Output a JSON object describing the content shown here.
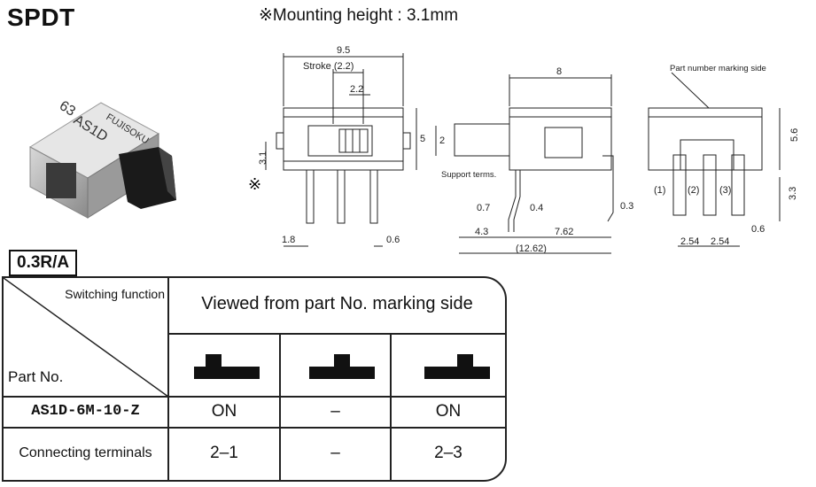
{
  "title": "SPDT",
  "mounting_height": "※Mounting height : 3.1mm",
  "drawing": {
    "dim_9_5": "9.5",
    "stroke": "Stroke (2.2)",
    "dim_2_2": "2.2",
    "dim_5": "5",
    "dim_2": "2",
    "dim_3_1": "3.1",
    "ref_mark": "※",
    "dim_1_8": "1.8",
    "dim_0_6_a": "0.6",
    "dim_8": "8",
    "support_terms": "Support terms.",
    "dim_0_7": "0.7",
    "dim_0_4": "0.4",
    "dim_0_3": "0.3",
    "dim_4_3": "4.3",
    "dim_7_62": "7.62",
    "dim_12_62": "(12.62)",
    "marking_side": "Part number marking side",
    "dim_5_6": "5.6",
    "dim_3_3": "3.3",
    "term1": "(1)",
    "term2": "(2)",
    "term3": "(3)",
    "dim_2_54_a": "2.54",
    "dim_2_54_b": "2.54",
    "dim_0_6_b": "0.6"
  },
  "photo": {
    "marking_line1": "FUJISOKU",
    "marking_line2": "AS1D",
    "marking_line3": "63"
  },
  "rating_code": "0.3R/A",
  "table": {
    "corner_top": "Switching function",
    "corner_bottom": "Part No.",
    "header": "Viewed from part No. marking side",
    "row_part": "AS1D-6M-10-Z",
    "row_part_values": [
      "ON",
      "–",
      "ON"
    ],
    "row_terminals_label": "Connecting terminals",
    "row_terminals_values": [
      "2–1",
      "–",
      "2–3"
    ]
  },
  "switch_positions": [
    "left",
    "center",
    "right"
  ]
}
